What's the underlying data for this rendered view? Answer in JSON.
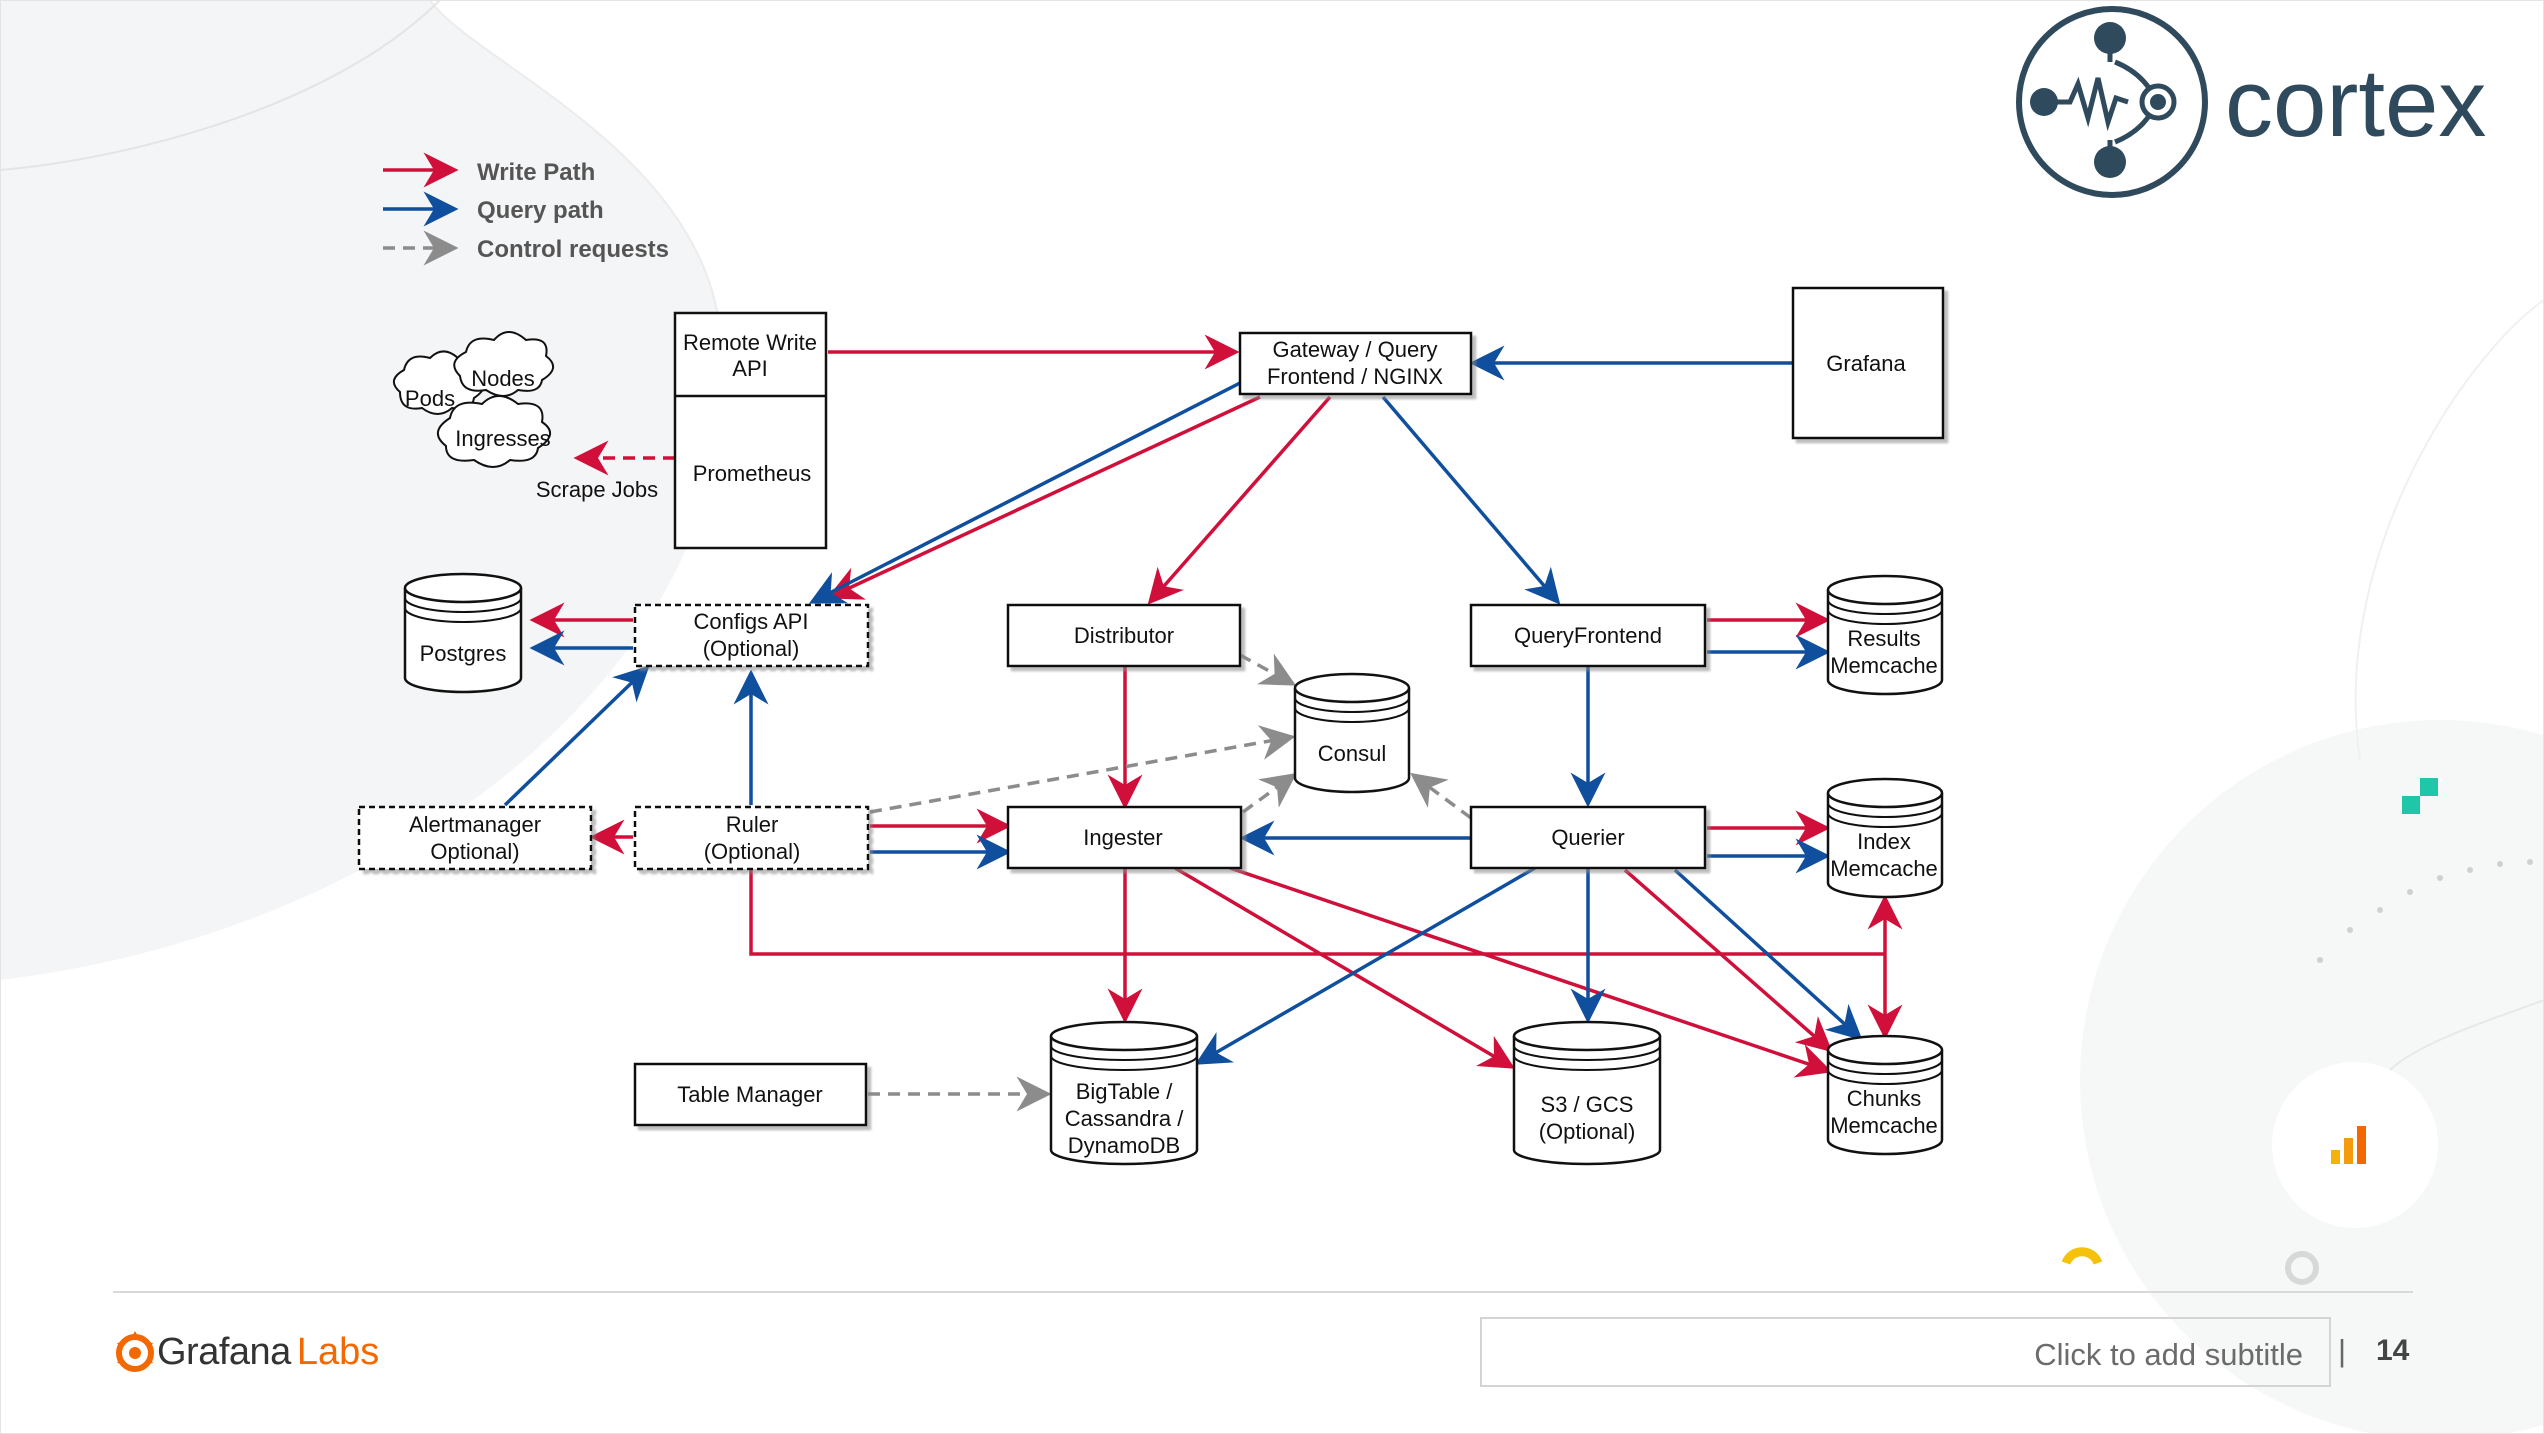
{
  "legend": {
    "write": "Write Path",
    "query": "Query path",
    "control": "Control requests"
  },
  "nodes": {
    "remote_write": [
      "Remote Write",
      "API"
    ],
    "prometheus": "Prometheus",
    "gateway": [
      "Gateway / Query",
      "Frontend / NGINX"
    ],
    "grafana": "Grafana",
    "pods": "Pods",
    "nodes_cloud": "Nodes",
    "ingresses": "Ingresses",
    "scrape_jobs": "Scrape Jobs",
    "postgres": "Postgres",
    "configs_api": [
      "Configs API",
      "(Optional)"
    ],
    "distributor": "Distributor",
    "query_frontend": "QueryFrontend",
    "results_memcache": [
      "Results",
      "Memcache"
    ],
    "consul": "Consul",
    "alertmanager": [
      "Alertmanager",
      "Optional)"
    ],
    "ruler": [
      "Ruler",
      "(Optional)"
    ],
    "ingester": "Ingester",
    "querier": "Querier",
    "index_memcache": [
      "Index",
      "Memcache"
    ],
    "table_manager": "Table Manager",
    "bigtable": [
      "BigTable /",
      "Cassandra /",
      "DynamoDB"
    ],
    "s3": [
      "S3 / GCS",
      "(Optional)"
    ],
    "chunks_memcache": [
      "Chunks",
      "Memcache"
    ]
  },
  "colors": {
    "write": "#d0103a",
    "query": "#0f4f9e",
    "control": "#8c8c8c",
    "cortex_logo": "#2f4a5c",
    "grafana_orange": "#f46800"
  },
  "cortex_logo_text": "cortex",
  "footer": {
    "brand_left": "Grafana",
    "brand_right": "Labs",
    "subtitle_placeholder": "Click to add subtitle",
    "separator": "|",
    "page_number": "14"
  }
}
